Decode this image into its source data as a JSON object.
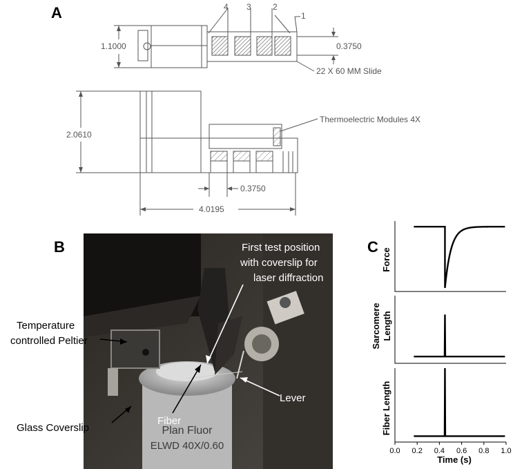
{
  "panels": {
    "a": "A",
    "b": "B",
    "c": "C"
  },
  "drawing": {
    "callouts": [
      "4",
      "3",
      "2",
      "1"
    ],
    "dim_height_top": "1.1000",
    "dim_slot_width": "0.3750",
    "slide_label": "22 X 60 MM Slide",
    "dim_height_side": "2.0610",
    "peltier_label": "Thermoelectric Modules 4X",
    "dim_spacing": "0.3750",
    "dim_length": "4.0195"
  },
  "photo": {
    "labels": {
      "first_test_line1": "First test position",
      "first_test_line2": "with coverslip for",
      "first_test_line3": "laser diffraction",
      "peltier_line1": "Temperature",
      "peltier_line2": "controlled Peltier",
      "glass": "Glass Coverslip",
      "fiber": "Fiber",
      "lever": "Lever"
    },
    "objective_text_1": "Plan Fluor",
    "objective_text_2": "ELWD 40X/0.60"
  },
  "chart_data": {
    "type": "line",
    "xlabel": "Time (s)",
    "xlim": [
      0.0,
      1.0
    ],
    "x_ticks": [
      "0.0",
      "0.2",
      "0.4",
      "0.6",
      "0.8",
      "1.0"
    ],
    "step_time": 0.45,
    "series": [
      {
        "name": "Force",
        "ylabel": "Force",
        "baseline": 0.92,
        "transient_min": 0.05,
        "recovery": "exponential"
      },
      {
        "name": "Sarcomere Length",
        "ylabel_line1": "Sarcomere",
        "ylabel_line2": "Length",
        "baseline": 0.1,
        "transient_peak": 0.72
      },
      {
        "name": "Fiber Length",
        "ylabel": "Fiber Length",
        "baseline": 0.08,
        "transient_peak": 1.0
      }
    ]
  },
  "colors": {
    "ink": "#000000",
    "drawing_gray": "#666666",
    "hatch": "#555555"
  }
}
